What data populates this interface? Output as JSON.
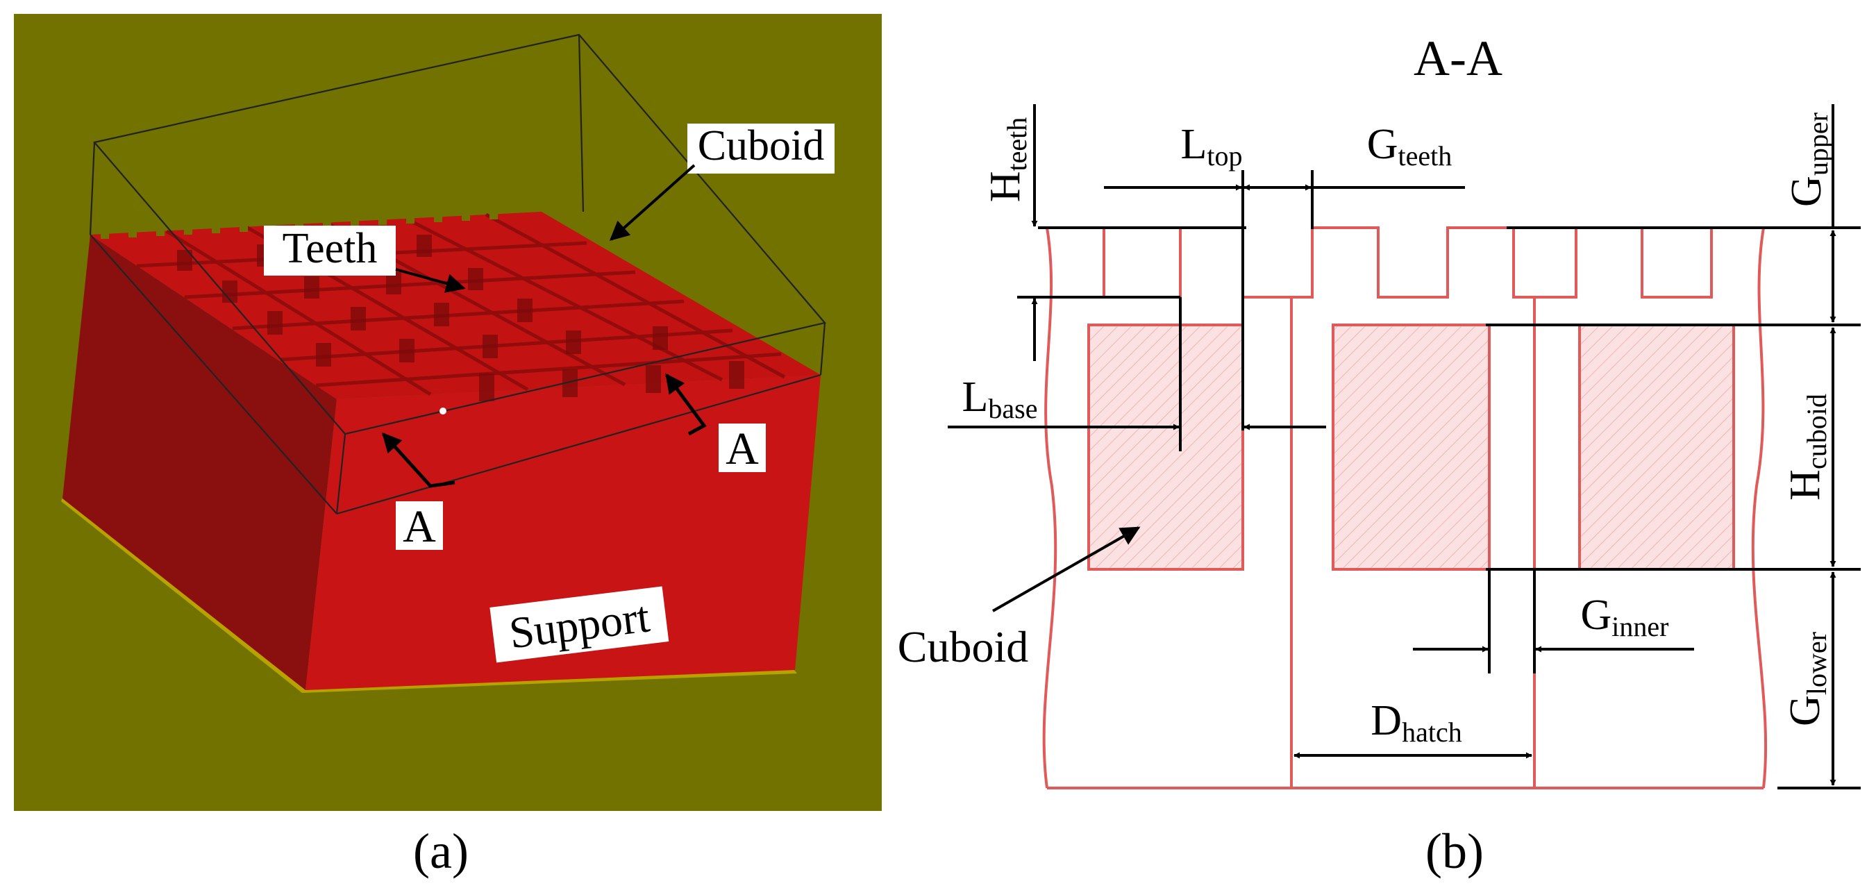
{
  "panel_a": {
    "caption": "(a)",
    "labels": {
      "cuboid": "Cuboid",
      "teeth": "Teeth",
      "section_a_right": "A",
      "section_a_left": "A",
      "support": "Support"
    }
  },
  "panel_b": {
    "caption": "(b)",
    "section_title": "A-A",
    "cuboid_label": "Cuboid",
    "dimensions": {
      "h_teeth": {
        "main": "H",
        "sub": "teeth"
      },
      "l_top": {
        "main": "L",
        "sub": "top"
      },
      "g_teeth": {
        "main": "G",
        "sub": "teeth"
      },
      "g_upper": {
        "main": "G",
        "sub": "upper"
      },
      "l_base": {
        "main": "L",
        "sub": "base"
      },
      "h_cuboid": {
        "main": "H",
        "sub": "cuboid"
      },
      "g_inner": {
        "main": "G",
        "sub": "inner"
      },
      "g_lower": {
        "main": "G",
        "sub": "lower"
      },
      "d_hatch": {
        "main": "D",
        "sub": "hatch"
      }
    }
  },
  "colors": {
    "background_olive": "#717200",
    "support_red": "#c81414",
    "support_dark": "#8a1010",
    "teeth_red": "#d01a1a",
    "section_line": "#e05a5a",
    "hatch_fill": "#fbe1e1",
    "ink": "#000000"
  }
}
